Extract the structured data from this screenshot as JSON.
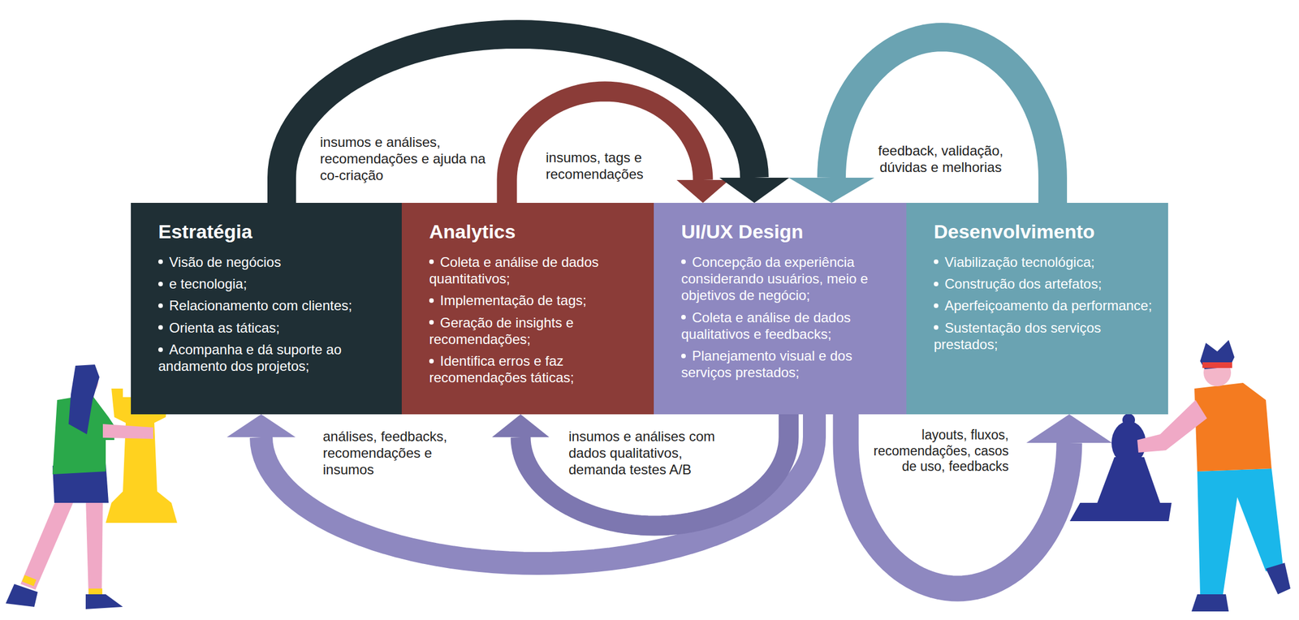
{
  "diagram": {
    "nodes": [
      {
        "text": [
          "Estratégia",
          "Visão de negócios",
          "e tecnologia;",
          "Relacionamento com clientes;",
          "Orienta as táticas;",
          "Acompanha e dá suporte ao andamento dos projetos;"
        ]
      },
      {
        "text": [
          "Analytics",
          "Coleta e análise de dados quantitativos;",
          "Implementação de tags;",
          "Geração de insights e recomendações;",
          "Identifica erros e faz recomendações táticas;"
        ]
      },
      {
        "text": [
          "UI/UX Design",
          "Concepção da experiência considerando usuários, meio e objetivos de negócio;",
          "Coleta e análise de dados qualitativos e feedbacks;",
          "Planejamento visual e dos serviços prestados;"
        ]
      },
      {
        "text": [
          "Desenvolvimento",
          "Viabilização tecnológica;",
          "Construção dos artefatos;",
          "Aperfeiçoamento da performance;",
          "Sustentação dos serviços prestados;"
        ]
      }
    ],
    "edges": [
      {
        "from": 0,
        "to": 2,
        "label": "insumos e análises, recomendações e ajuda na co-criação",
        "arrow": "to"
      },
      {
        "from": 1,
        "to": 2,
        "label": "insumos, tags e recomendações",
        "arrow": "to"
      },
      {
        "from": 3,
        "to": 2,
        "label": "feedback, validação, dúvidas e melhorias",
        "arrow": "to"
      },
      {
        "from": 2,
        "to": 0,
        "label": "análises, feedbacks, recomendações e insumos",
        "arrow": "to"
      },
      {
        "from": 2,
        "to": 1,
        "label": "insumos e análises com dados qualitativos, demanda testes A/B",
        "arrow": "to"
      },
      {
        "from": 2,
        "to": 3,
        "label": "layouts, fluxos, recomendações, casos de uso, feedbacks",
        "arrow": "to"
      }
    ]
  }
}
